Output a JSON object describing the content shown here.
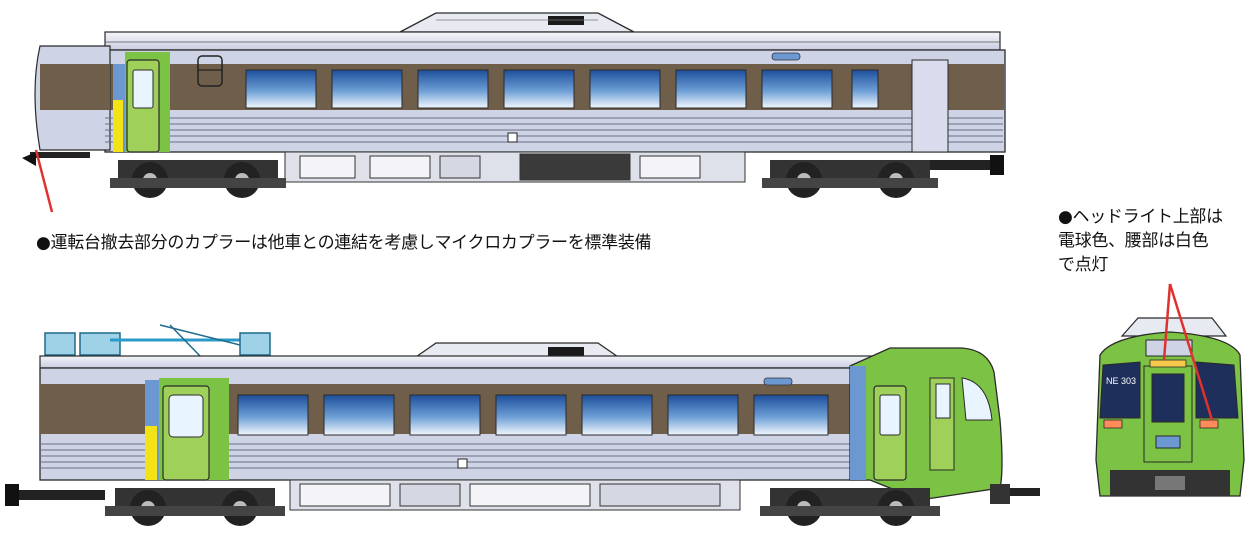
{
  "annotations": {
    "coupler_note": "●運転台撤去部分のカプラーは他車との連結を考慮しマイクロカプラーを標準装備",
    "headlight_note": "●ヘッドライト上部は\n電球色、腰部は白色\nで点灯"
  },
  "markings": {
    "front_train_number": "NE 303"
  },
  "colors": {
    "body_silver": "#cfd3e6",
    "window_band": "#6f5f4a",
    "lime_green": "#7cc244",
    "door_green": "#9ed05a",
    "accent_blue": "#6c98d2",
    "accent_yellow": "#f2e216",
    "callout_red": "#e03030",
    "headlight_bulb": "#f4c84a",
    "headlight_white": "#ff8a5a"
  }
}
